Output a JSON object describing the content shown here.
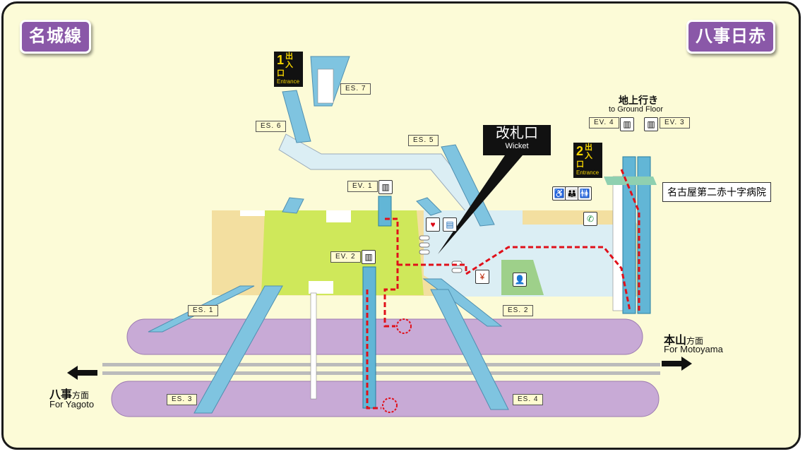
{
  "line_name": "名城線",
  "station_name": "八事日赤",
  "wicket": {
    "jp": "改札口",
    "en": "Wicket"
  },
  "to_ground": {
    "jp": "地上行き",
    "en": "to Ground Floor"
  },
  "hospital": "名古屋第二赤十字病院",
  "exits": [
    {
      "number": "1",
      "jp": "出入口",
      "en": "Entrance"
    },
    {
      "number": "2",
      "jp": "出入口",
      "en": "Entrance"
    }
  ],
  "escalators": [
    "ES. 1",
    "ES. 2",
    "ES. 3",
    "ES. 4",
    "ES. 5",
    "ES. 6",
    "ES. 7"
  ],
  "elevators": [
    "EV. 1",
    "EV. 2",
    "EV. 3",
    "EV. 4"
  ],
  "direction_right": {
    "jp_main": "本山",
    "jp_sub": "方面",
    "en": "For Motoyama"
  },
  "direction_left": {
    "jp_main": "八事",
    "jp_sub": "方面",
    "en": "For Yagoto"
  },
  "icons": [
    "aed-icon",
    "ticket-machine-icon",
    "wheelchair-icon",
    "nursing-room-icon",
    "restroom-icon",
    "telephone-icon",
    "fare-adjustment-icon",
    "station-office-icon",
    "elevator-icon"
  ],
  "colors": {
    "background": "#fcfbd7",
    "badge": "#8a58a8",
    "concourse": "#cfe85a",
    "corridor": "#dbeef4",
    "escalator": "#7fc4e0",
    "platform": "#c8aad6",
    "route": "#e0101a"
  }
}
